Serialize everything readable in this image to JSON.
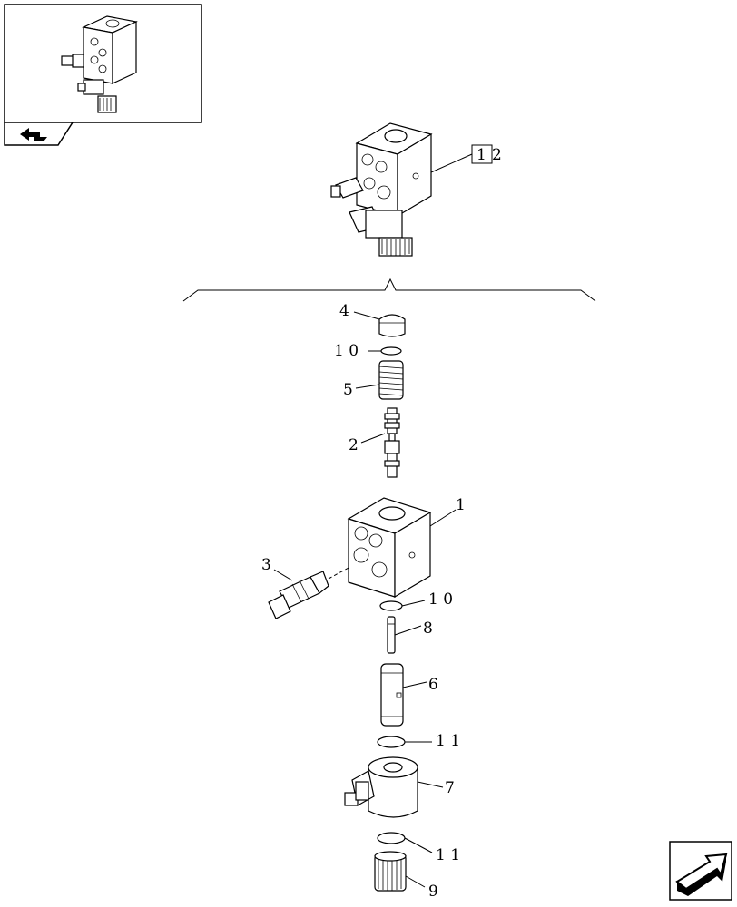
{
  "diagram": {
    "callouts": {
      "c1": "1",
      "c2": "2",
      "c3": "3",
      "c4": "4",
      "c5": "5",
      "c6": "6",
      "c7": "7",
      "c8": "8",
      "c9": "9",
      "c10a": "1 0",
      "c10b": "1 0",
      "c11a": "1 1",
      "c11b": "1 1",
      "assembly_box": "1",
      "assembly_suffix": "2"
    }
  },
  "navigation": {
    "back_icon": "back-arrow-icon",
    "next_icon": "next-page-arrow-icon",
    "thumbnail": "assembly-thumbnail"
  }
}
